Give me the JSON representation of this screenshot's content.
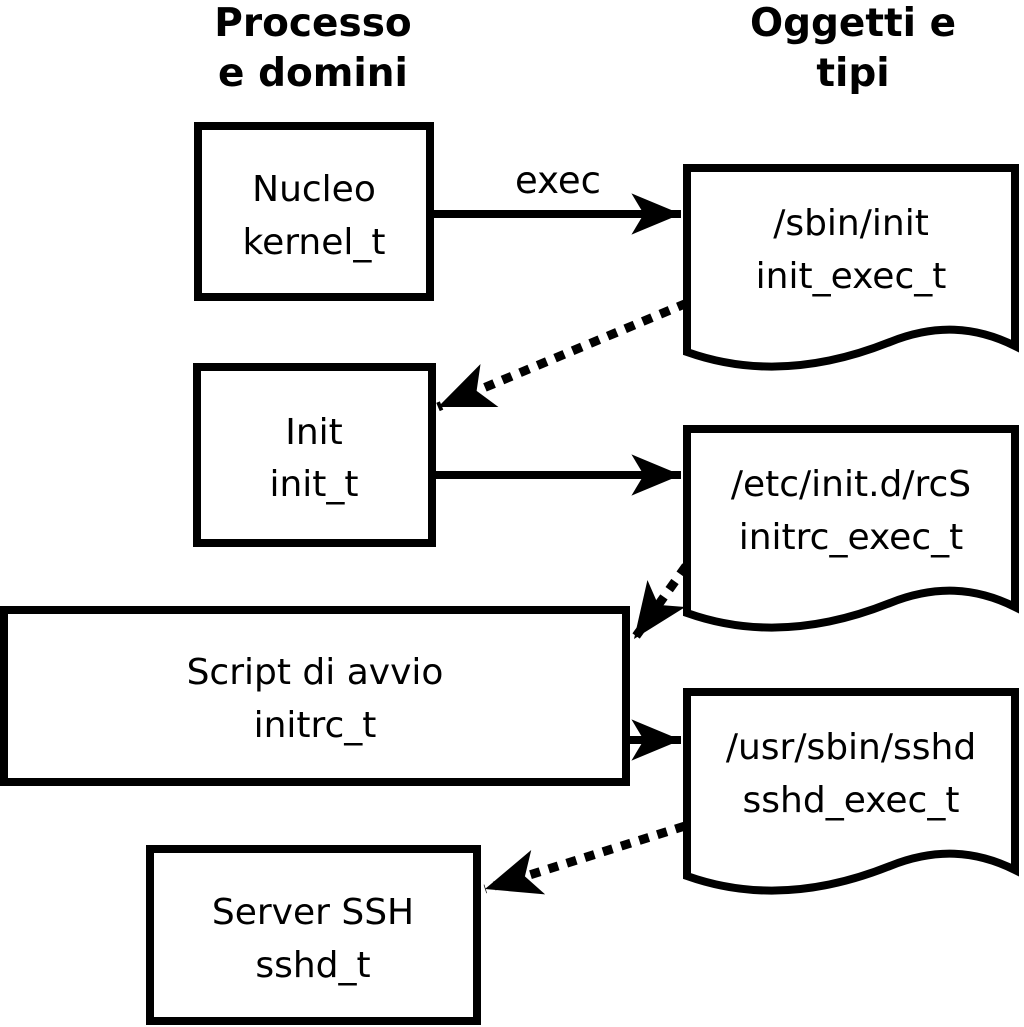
{
  "column_headers": {
    "left": {
      "line1": "Processo",
      "line2": "e domini"
    },
    "right": {
      "line1": "Oggetti e",
      "line2": "tipi"
    }
  },
  "process_boxes": [
    {
      "label": "Nucleo",
      "domain": "kernel_t"
    },
    {
      "label": "Init",
      "domain": "init_t"
    },
    {
      "label": "Script di avvio",
      "domain": "initrc_t"
    },
    {
      "label": "Server SSH",
      "domain": "sshd_t"
    }
  ],
  "object_docs": [
    {
      "path": "/sbin/init",
      "type": "init_exec_t"
    },
    {
      "path": "/etc/init.d/rcS",
      "type": "initrc_exec_t"
    },
    {
      "path": "/usr/sbin/sshd",
      "type": "sshd_exec_t"
    }
  ],
  "arrow_labels": {
    "exec": "exec"
  },
  "colors": {
    "line": "#000000",
    "background": "#ffffff"
  }
}
